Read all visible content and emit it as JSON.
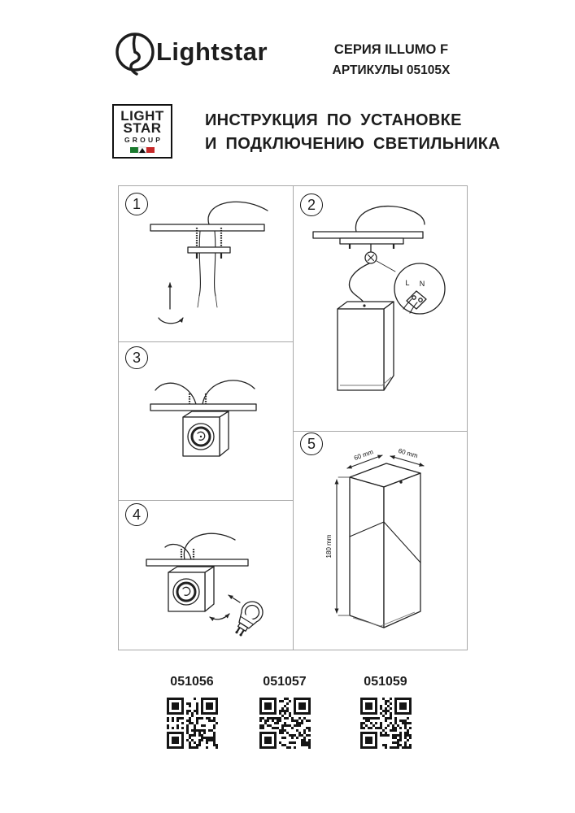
{
  "header": {
    "brand": "Lightstar",
    "series": "СЕРИЯ ILLUMO F",
    "articles": "АРТИКУЛЫ 05105X"
  },
  "group_logo": {
    "line1": "LIGHT",
    "line2": "STAR",
    "line3": "GROUP"
  },
  "title": {
    "line1": "ИНСТРУКЦИЯ ПО УСТАНОВКЕ",
    "line2": "И ПОДКЛЮЧЕНИЮ СВЕТИЛЬНИКА"
  },
  "steps": [
    {
      "number": "1"
    },
    {
      "number": "2"
    },
    {
      "number": "3"
    },
    {
      "number": "4"
    },
    {
      "number": "5"
    }
  ],
  "wiring_detail": {
    "l_label": "L",
    "n_label": "N"
  },
  "dimensions": {
    "width": "60 mm",
    "depth": "60 mm",
    "height": "180 mm"
  },
  "qr_codes": [
    {
      "label": "051056"
    },
    {
      "label": "051057"
    },
    {
      "label": "051059"
    }
  ],
  "colors": {
    "ink": "#1d1d1d",
    "line": "#222222",
    "grid": "#a8a8a8"
  }
}
